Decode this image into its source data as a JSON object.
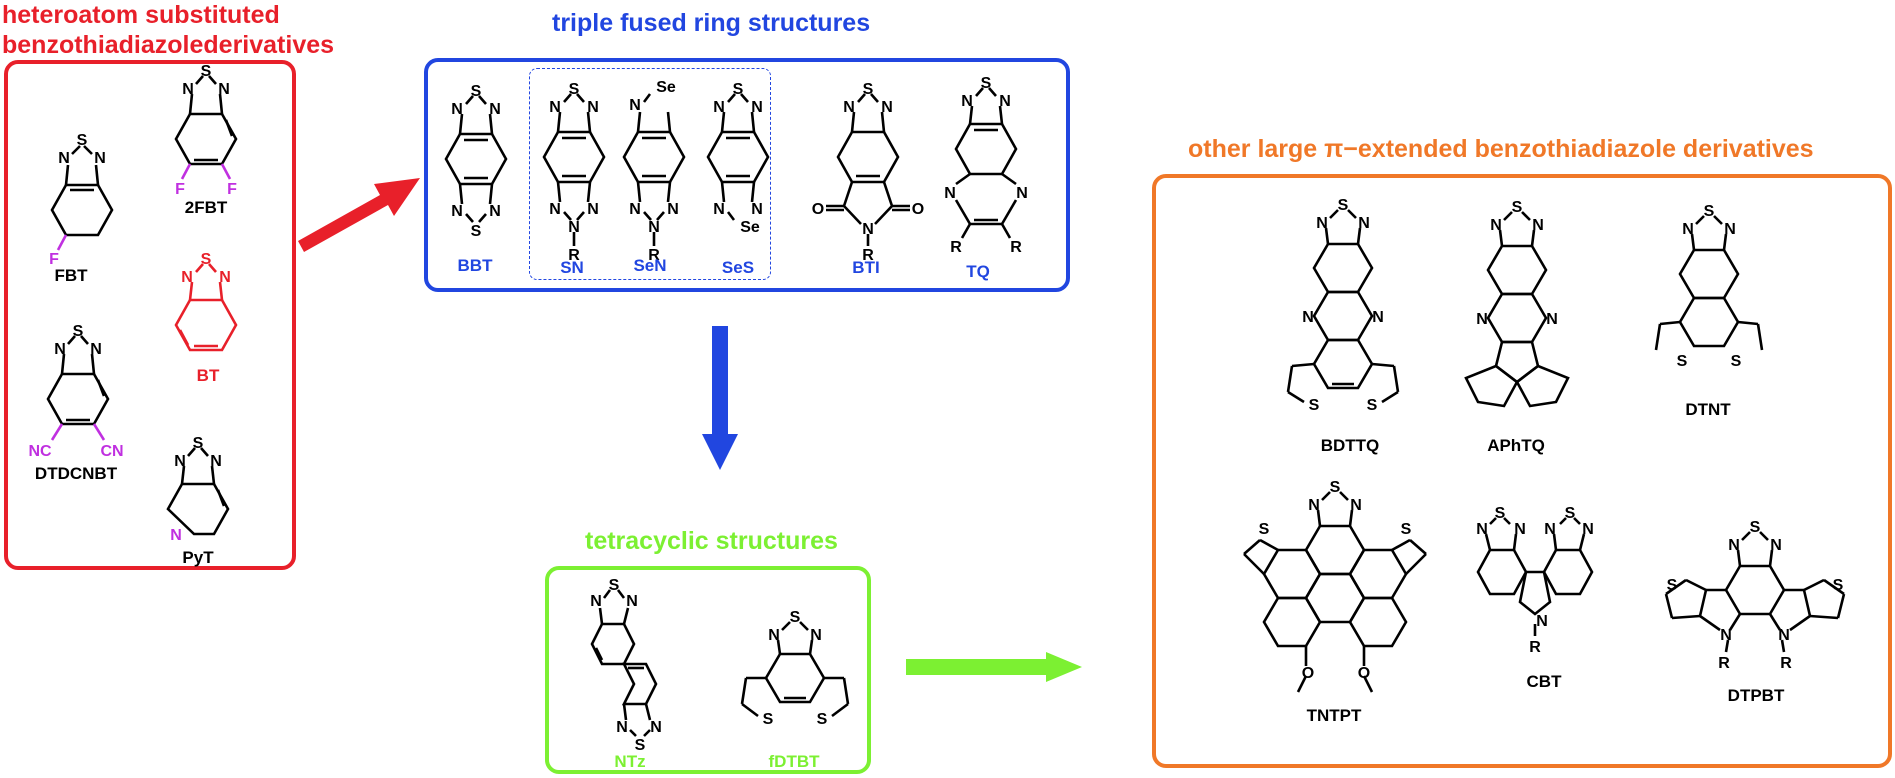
{
  "headings": {
    "hetero_line1": "heteroatom substituted",
    "hetero_line2": "benzothiadiazolederivatives",
    "triple": "triple fused ring structures",
    "tetra": "tetracyclic structures",
    "other": "other large π−extended benzothiadiazole derivatives"
  },
  "colors": {
    "red": "#e8202a",
    "blue": "#2146e0",
    "green": "#7cf032",
    "orange": "#f07828",
    "magenta": "#c030e0",
    "black": "#000000"
  },
  "labels": {
    "fbt": "FBT",
    "twofbt": "2FBT",
    "bt": "BT",
    "dtdcnbt": "DTDCNBT",
    "pyt": "PyT",
    "bbt": "BBT",
    "sn": "SN",
    "sen": "SeN",
    "ses": "SeS",
    "bti": "BTI",
    "tq": "TQ",
    "ntz": "NTz",
    "fdtbt": "fDTBT",
    "bdttq": "BDTTQ",
    "aphtq": "APhTQ",
    "dtnt": "DTNT",
    "tntpt": "TNTPT",
    "cbt": "CBT",
    "dtpbt": "DTPBT"
  },
  "atoms": {
    "S": "S",
    "N": "N",
    "Se": "Se",
    "O": "O",
    "R": "R",
    "F": "F",
    "NC": "NC",
    "CN": "CN"
  },
  "arrows": [
    "red-right-arrow",
    "blue-down-arrow",
    "green-right-arrow"
  ]
}
